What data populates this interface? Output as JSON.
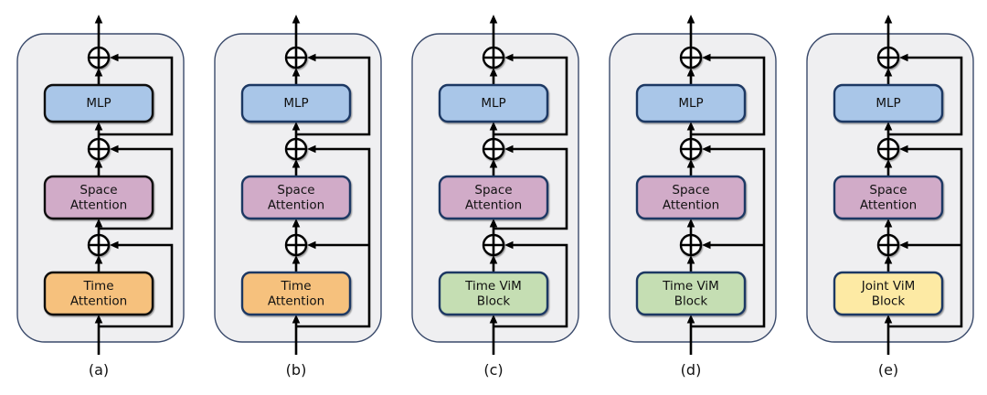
{
  "figure": {
    "shared": {
      "mlp_label": "MLP",
      "space_label": "Space Attention",
      "space_lines": [
        "Space",
        "Attention"
      ],
      "add_operator": "⊕"
    },
    "colors": {
      "background": "#ffffff",
      "container_fill": "#efeff1",
      "container_border": "#3a4a6b",
      "line": "#000000",
      "text": "#111111",
      "mlp_fill": "#a9c6e8",
      "space_fill": "#d1abc8",
      "time_attention_fill": "#f6c17d",
      "time_vim_fill": "#c5deb3",
      "joint_vim_fill": "#fdeaa4",
      "border_black": "#0d0d0d",
      "border_navy": "#1f3864"
    },
    "panels": [
      {
        "caption": "(a)",
        "bottom_label": "Time Attention",
        "bottom_lines": [
          "Time",
          "Attention"
        ],
        "bottom_fill": "#f6c17d",
        "block_border": "#0d0d0d",
        "skip_pattern": "sequential"
      },
      {
        "caption": "(b)",
        "bottom_label": "Time Attention",
        "bottom_lines": [
          "Time",
          "Attention"
        ],
        "bottom_fill": "#f6c17d",
        "block_border": "#1f3864",
        "skip_pattern": "shared-input"
      },
      {
        "caption": "(c)",
        "bottom_label": "Time ViM Block",
        "bottom_lines": [
          "Time ViM",
          "Block"
        ],
        "bottom_fill": "#c5deb3",
        "block_border": "#1f3864",
        "skip_pattern": "sequential"
      },
      {
        "caption": "(d)",
        "bottom_label": "Time ViM Block",
        "bottom_lines": [
          "Time ViM",
          "Block"
        ],
        "bottom_fill": "#c5deb3",
        "block_border": "#1f3864",
        "skip_pattern": "shared-input"
      },
      {
        "caption": "(e)",
        "bottom_label": "Joint ViM Block",
        "bottom_lines": [
          "Joint ViM",
          "Block"
        ],
        "bottom_fill": "#fdeaa4",
        "block_border": "#1f3864",
        "skip_pattern": "shared-input"
      }
    ]
  }
}
